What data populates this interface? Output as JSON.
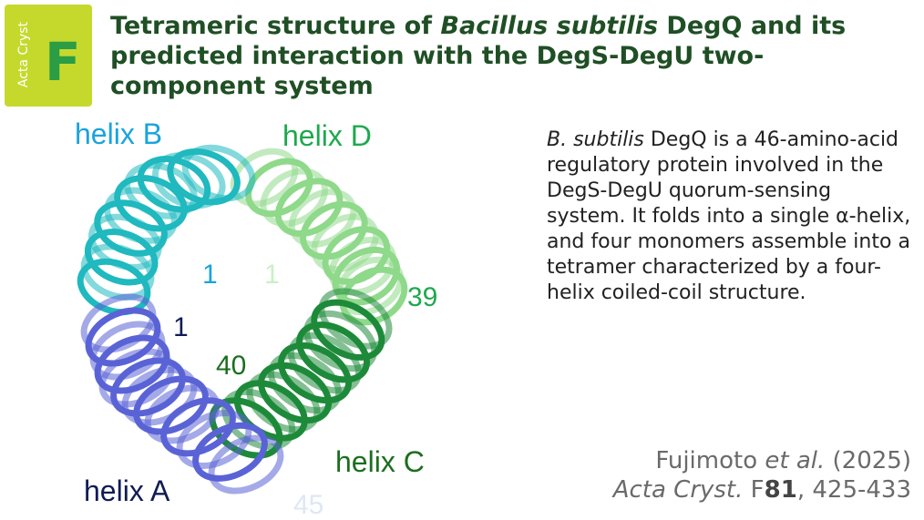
{
  "logo": {
    "vertical_text": "Acta Cryst",
    "letter": "F"
  },
  "title": {
    "part1": "Tetrameric structure of ",
    "species": "Bacillus subtilis",
    "part2": " DegQ and its predicted interaction with the DegS-DegU two-component system"
  },
  "figure": {
    "labels": {
      "helix_b": "helix B",
      "helix_d": "helix D",
      "helix_c": "helix C",
      "helix_a": "helix A"
    },
    "numbers": {
      "b_start": "1",
      "d_start": "1",
      "d_end": "39",
      "a_start": "1",
      "c_start": "40",
      "a_end": "45"
    },
    "colors": {
      "helix_a": "#5a63d6",
      "helix_b": "#1fb9bf",
      "helix_c": "#1d8a3a",
      "helix_d": "#8fd98a",
      "label_b": "#1aa3dc",
      "label_d": "#1ea84e",
      "label_c": "#1b6e1f",
      "label_a": "#111c55"
    }
  },
  "description": {
    "species": "B. subtilis",
    "text": " DegQ is a 46-amino-acid regulatory protein involved in the DegS-DegU quorum-sensing system. It folds into a single α-helix, and four monomers assemble into a tetramer characterized by a four-helix coiled-coil structure."
  },
  "citation": {
    "authors": "Fujimoto ",
    "etal": "et al.",
    "year": " (2025)",
    "journal": "Acta Cryst.",
    "series": " F",
    "volume": "81",
    "pages": ", 425-433"
  }
}
